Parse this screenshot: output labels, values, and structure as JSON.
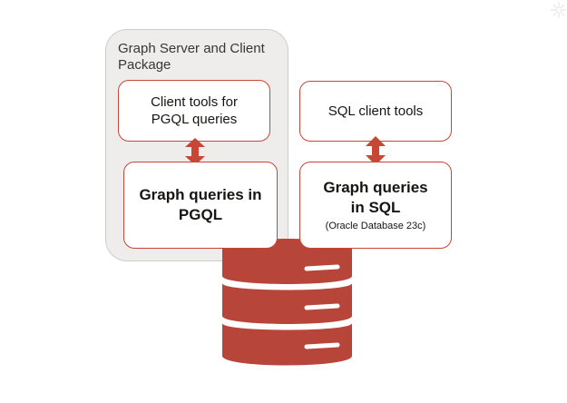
{
  "group": {
    "title": "Graph Server and Client Package"
  },
  "boxes": {
    "client_tools": "Client tools for PGQL queries",
    "pgql_queries": "Graph queries in PGQL",
    "sql_client_tools": "SQL client tools",
    "sql_queries": "Graph queries in SQL",
    "sql_queries_sub": "(Oracle Database 23c)"
  },
  "colors": {
    "accent": "#c74634",
    "database": "#b8453a",
    "group_bg": "#efedeb",
    "group_border": "#cfcdcb"
  },
  "icons": [
    "database-icon",
    "double-arrow-icon",
    "oracle-watermark-icon"
  ]
}
